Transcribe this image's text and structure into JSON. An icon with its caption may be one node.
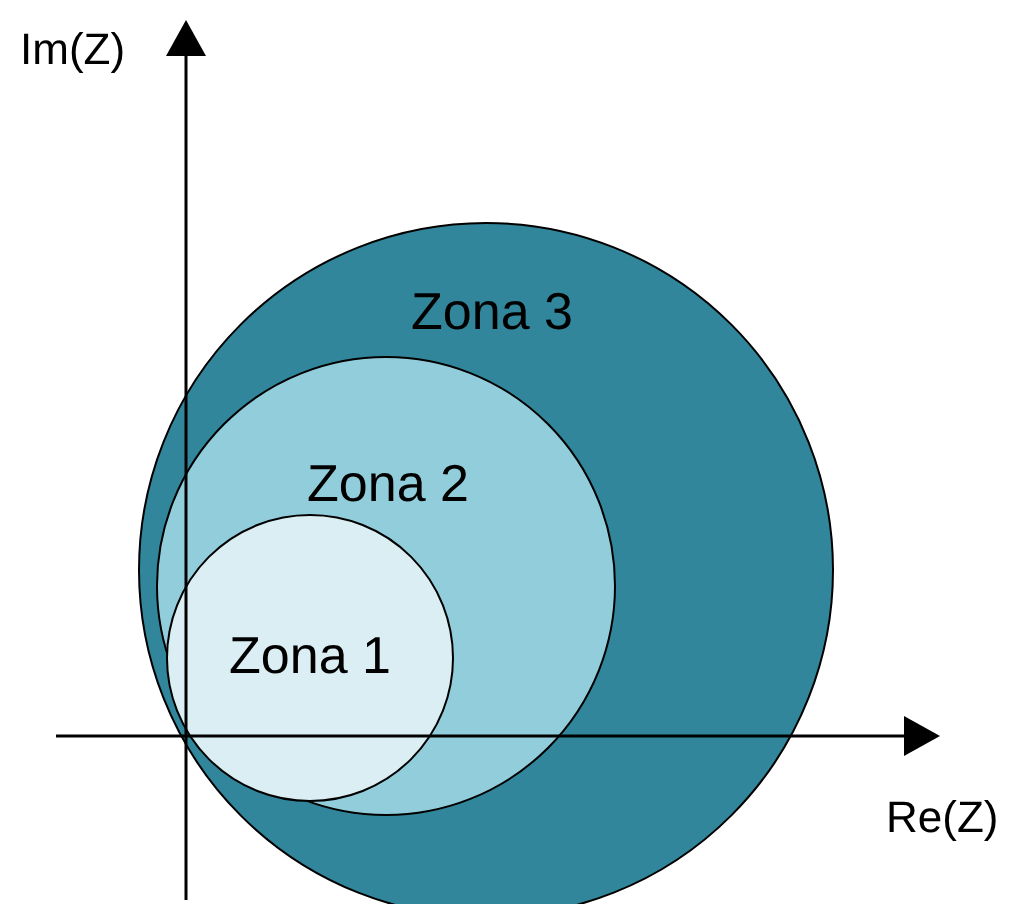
{
  "diagram": {
    "nodes": [
      {
        "text": [
          "Zona 3"
        ]
      },
      {
        "text": [
          "Zona 2"
        ],
        "in": 0
      },
      {
        "text": [
          "Zona 1"
        ],
        "in": 1
      }
    ],
    "edges": [],
    "labels": [
      "Im(Z)",
      "Re(Z)"
    ]
  }
}
